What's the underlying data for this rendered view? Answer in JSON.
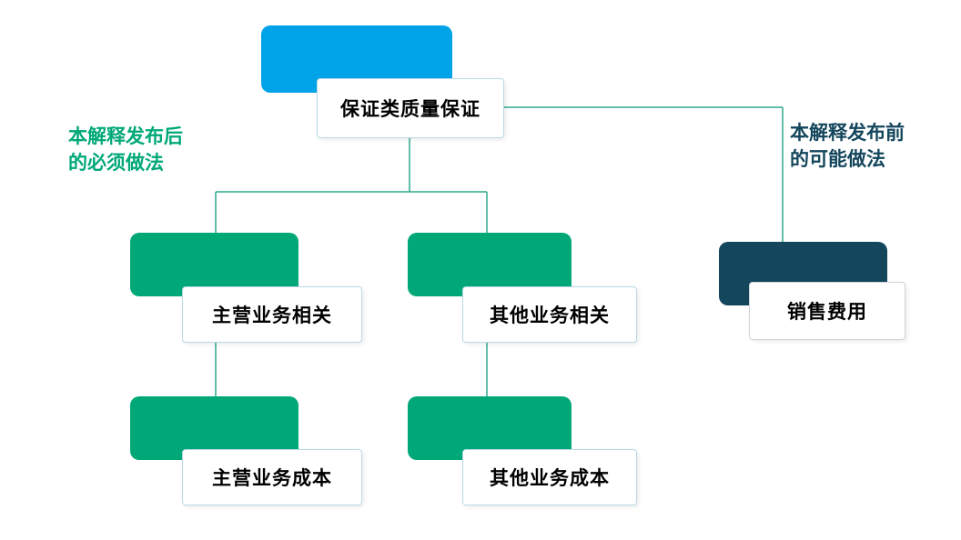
{
  "colors": {
    "blue": "#00a2e8",
    "green": "#00a878",
    "dark": "#14465c",
    "line": "#2fa98c",
    "ann-left": "#00a878",
    "ann-right": "#14465c"
  },
  "root": {
    "label": "保证类质量保证"
  },
  "annotation_left": {
    "text": "本解释发布后\n的必须做法"
  },
  "annotation_right": {
    "text": "本解释发布前\n的可能做法"
  },
  "nodes": {
    "main_related": "主营业务相关",
    "other_related": "其他业务相关",
    "selling_expense": "销售费用",
    "main_cost": "主营业务成本",
    "other_cost": "其他业务成本"
  }
}
